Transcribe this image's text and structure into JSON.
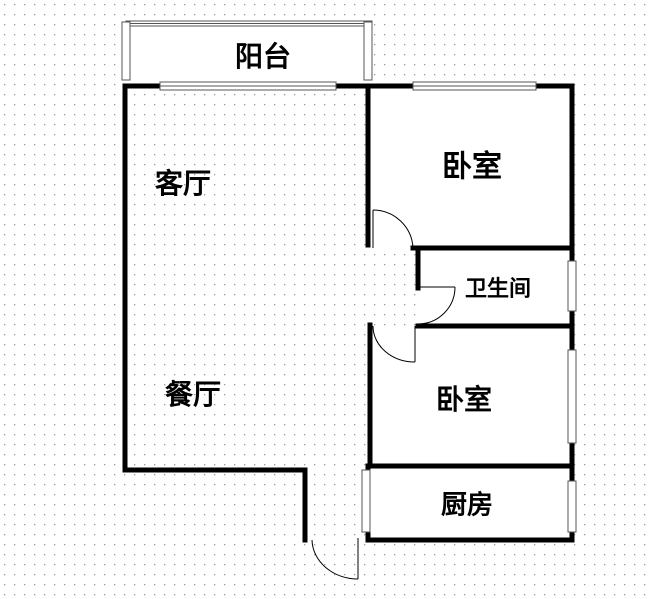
{
  "rooms": {
    "balcony": "阳台",
    "living_room": "客厅",
    "dining_room": "餐厅",
    "bedroom_1": "卧室",
    "bathroom": "卫生间",
    "bedroom_2": "卧室",
    "kitchen": "厨房"
  }
}
